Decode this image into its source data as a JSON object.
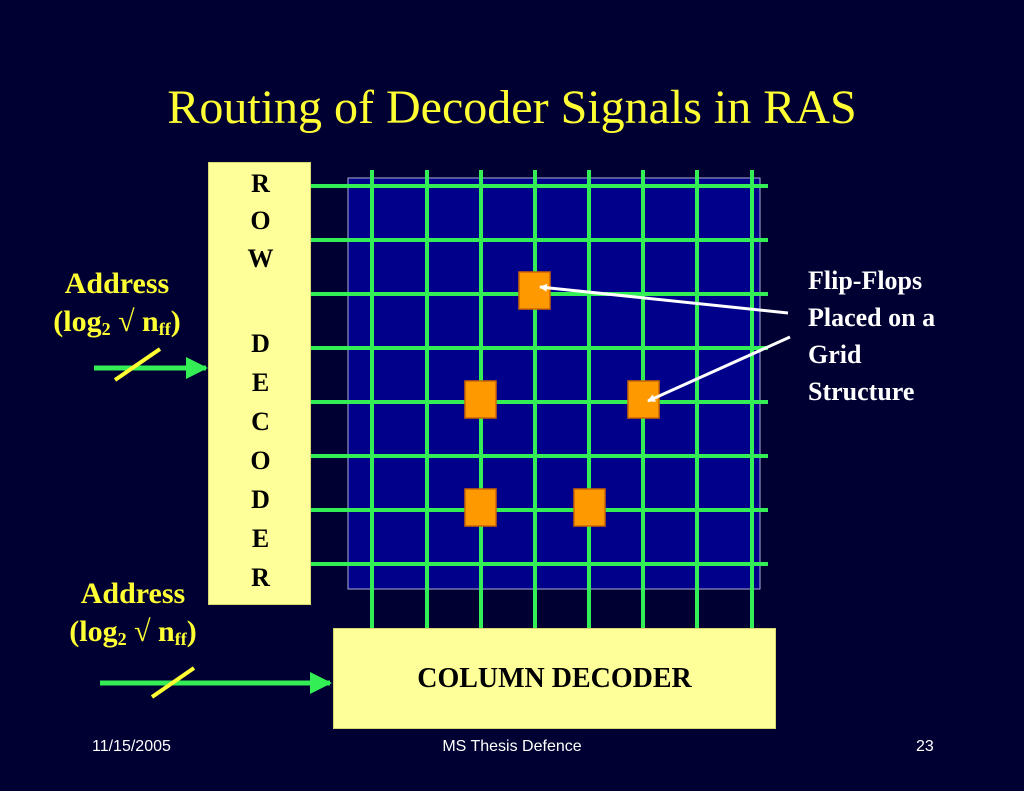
{
  "title": "Routing of Decoder Signals in RAS",
  "row_decoder": {
    "letters": [
      "R",
      "O",
      "W",
      "D",
      "E",
      "C",
      "O",
      "D",
      "E",
      "R"
    ]
  },
  "column_decoder": {
    "label": "COLUMN DECODER"
  },
  "address_row": {
    "word": "Address",
    "open": "(log",
    "sub": "2",
    "mid": " √ n",
    "sub2": "ff",
    "close": ")"
  },
  "address_col": {
    "word": "Address",
    "open": "(log",
    "sub": "2",
    "mid": " √ n",
    "sub2": "ff",
    "close": ")"
  },
  "flipflop_label": {
    "lines": [
      "Flip-Flops",
      "Placed on a",
      "Grid",
      "Structure"
    ]
  },
  "footer": {
    "date": "11/15/2005",
    "center": "MS Thesis Defence",
    "page": "23"
  },
  "colors": {
    "background": "#000033",
    "title": "#ffff33",
    "decoder": "#ffff99",
    "grid_fill": "#00008b",
    "grid_line": "#33ee55",
    "flipflop": "#ff9900",
    "arrow": "#33ee55"
  }
}
